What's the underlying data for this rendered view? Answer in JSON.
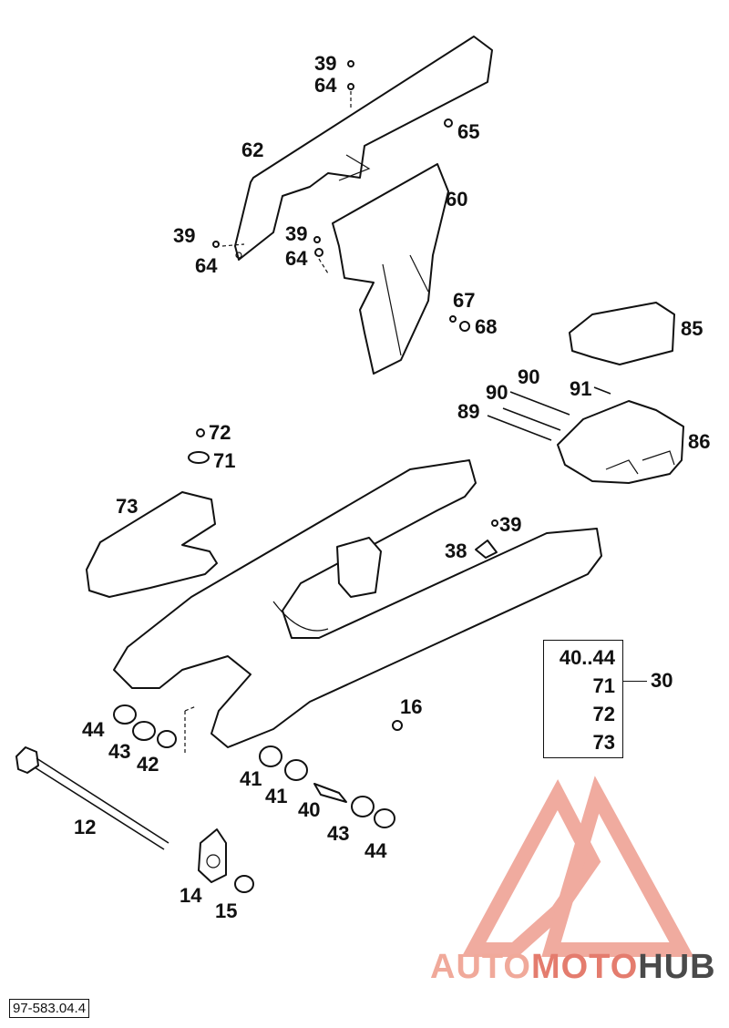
{
  "labels": {
    "p39a": "39",
    "p64a": "64",
    "p65": "65",
    "p62": "62",
    "p60": "60",
    "p39b": "39",
    "p64b": "64",
    "p39c": "39",
    "p64c": "64",
    "p67": "67",
    "p68": "68",
    "p85": "85",
    "p90a": "90",
    "p90b": "90",
    "p91": "91",
    "p89": "89",
    "p86": "86",
    "p72": "72",
    "p71": "71",
    "p73": "73",
    "p39d": "39",
    "p38": "38",
    "p16": "16",
    "p44a": "44",
    "p43a": "43",
    "p42": "42",
    "p41a": "41",
    "p41b": "41",
    "p40": "40",
    "p43b": "43",
    "p44b": "44",
    "p12": "12",
    "p14": "14",
    "p15": "15"
  },
  "kit": {
    "rows": [
      "40..44",
      "71",
      "72",
      "73"
    ],
    "number": "30"
  },
  "drawing_number": "97-583.04.4",
  "watermark": {
    "part1": "AUTO",
    "part2": "MOTO",
    "part3": "HUB",
    "colors": {
      "light": "#f0a99a",
      "mid": "#e47c6e",
      "dark": "#4a4a4a"
    }
  }
}
